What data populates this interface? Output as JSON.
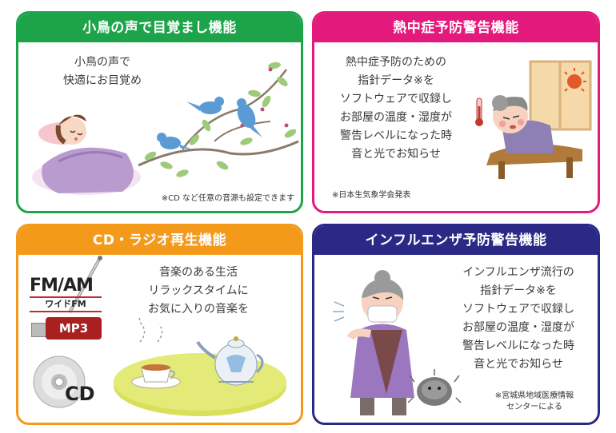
{
  "card_alarm": {
    "title": "小鳥の声で目覚まし機能",
    "lines": [
      "小鳥の声で",
      "快適にお目覚め"
    ],
    "note": "※CD など任意の音源も設定できます"
  },
  "card_heatstroke": {
    "title": "熱中症予防警告機能",
    "lines": [
      "熱中症予防のための",
      "指針データ※を",
      "ソフトウェアで収録し",
      "お部屋の温度・湿度が",
      "警告レベルになった時",
      "音と光でお知らせ"
    ],
    "note": "※日本生気象学会発表"
  },
  "card_player": {
    "title": "CD・ラジオ再生機能",
    "lines": [
      "音楽のある生活",
      "リラックスタイムに",
      "お気に入りの音楽を"
    ],
    "logo_fm_am": "FM/AM",
    "logo_wide_fm": "ワイドFM",
    "logo_mp3": "MP3",
    "logo_cd": "CD"
  },
  "card_influenza": {
    "title": "インフルエンザ予防警告機能",
    "lines": [
      "インフルエンザ流行の",
      "指針データ※を",
      "ソフトウェアで収録し",
      "お部屋の温度・湿度が",
      "警告レベルになった時",
      "音と光でお知らせ"
    ],
    "note_lines": [
      "※宮城県地域医療情報",
      "センターによる"
    ]
  },
  "colors": {
    "green": "#1da44a",
    "pink": "#e4197c",
    "orange": "#f39a1b",
    "navy": "#2a2a86"
  }
}
